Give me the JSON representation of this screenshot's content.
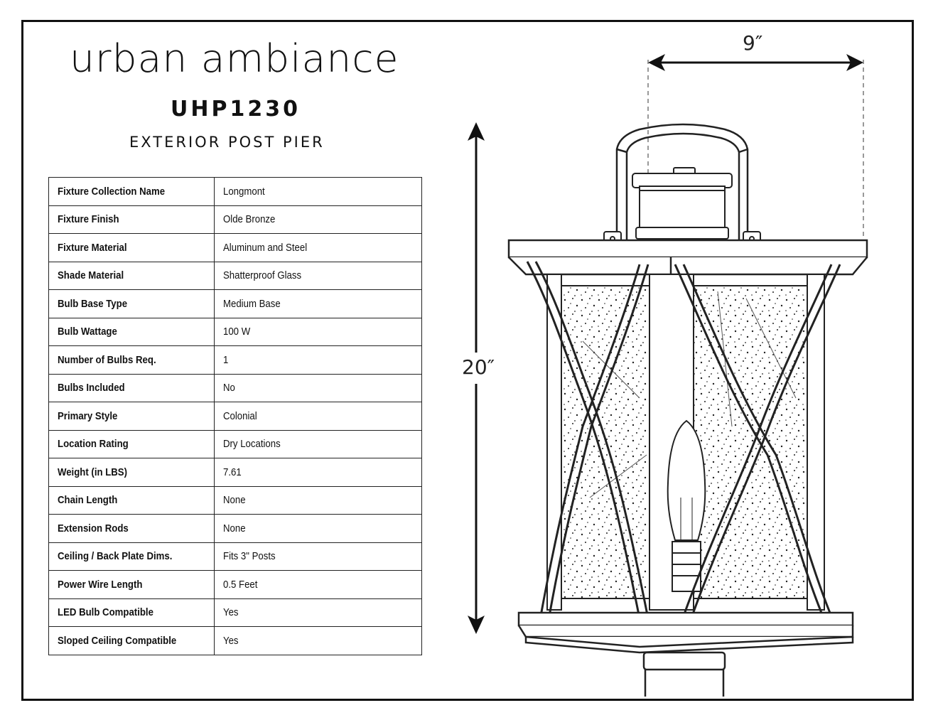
{
  "brand": {
    "name": "urban ambiance"
  },
  "product": {
    "model": "UHP1230",
    "category": "EXTERIOR POST PIER"
  },
  "specs": [
    {
      "label": "Fixture Collection Name",
      "value": "Longmont"
    },
    {
      "label": "Fixture Finish",
      "value": "Olde Bronze"
    },
    {
      "label": "Fixture Material",
      "value": "Aluminum and Steel"
    },
    {
      "label": "Shade Material",
      "value": "Shatterproof Glass"
    },
    {
      "label": "Bulb Base Type",
      "value": "Medium Base"
    },
    {
      "label": "Bulb Wattage",
      "value": "100 W"
    },
    {
      "label": "Number of Bulbs Req.",
      "value": "1"
    },
    {
      "label": "Bulbs Included",
      "value": "No"
    },
    {
      "label": "Primary Style",
      "value": "Colonial"
    },
    {
      "label": "Location Rating",
      "value": "Dry Locations"
    },
    {
      "label": "Weight (in LBS)",
      "value": "7.61"
    },
    {
      "label": "Chain Length",
      "value": "None"
    },
    {
      "label": "Extension Rods",
      "value": "None"
    },
    {
      "label": "Ceiling / Back Plate Dims.",
      "value": "Fits 3\" Posts"
    },
    {
      "label": "Power Wire Length",
      "value": "0.5 Feet"
    },
    {
      "label": "LED Bulb Compatible",
      "value": "Yes"
    },
    {
      "label": "Sloped Ceiling Compatible",
      "value": "Yes"
    }
  ],
  "dimensions": {
    "width": "9″",
    "height": "20″"
  }
}
